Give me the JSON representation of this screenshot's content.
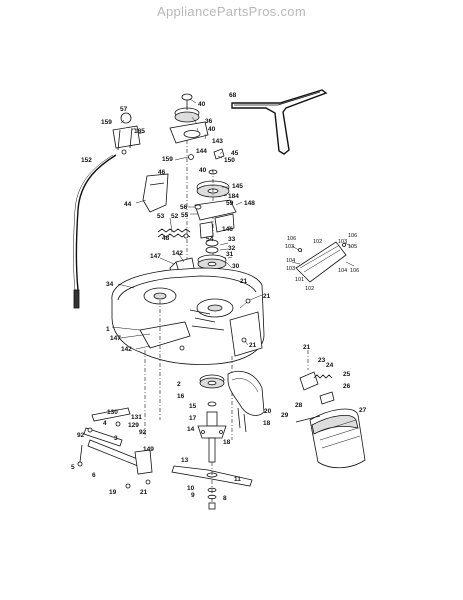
{
  "watermark": "AppliancePartsPros.com",
  "callouts": [
    {
      "id": "c68",
      "text": "68"
    },
    {
      "id": "c40a",
      "text": "40"
    },
    {
      "id": "c57",
      "text": "57"
    },
    {
      "id": "c36",
      "text": "36"
    },
    {
      "id": "c159a",
      "text": "159"
    },
    {
      "id": "c40b",
      "text": "40"
    },
    {
      "id": "c185",
      "text": "185"
    },
    {
      "id": "c143",
      "text": "143"
    },
    {
      "id": "c144",
      "text": "144"
    },
    {
      "id": "c45",
      "text": "45"
    },
    {
      "id": "c150",
      "text": "150"
    },
    {
      "id": "c159b",
      "text": "159"
    },
    {
      "id": "c152",
      "text": "152"
    },
    {
      "id": "c40c",
      "text": "40"
    },
    {
      "id": "c145",
      "text": "145"
    },
    {
      "id": "c46",
      "text": "46"
    },
    {
      "id": "c184",
      "text": "184"
    },
    {
      "id": "c44",
      "text": "44"
    },
    {
      "id": "c56",
      "text": "56"
    },
    {
      "id": "c59",
      "text": "59"
    },
    {
      "id": "c148",
      "text": "148"
    },
    {
      "id": "c55",
      "text": "55"
    },
    {
      "id": "c53",
      "text": "53"
    },
    {
      "id": "c52",
      "text": "52"
    },
    {
      "id": "c146",
      "text": "146"
    },
    {
      "id": "c48",
      "text": "48"
    },
    {
      "id": "c54",
      "text": "54"
    },
    {
      "id": "c33",
      "text": "33"
    },
    {
      "id": "c32",
      "text": "32"
    },
    {
      "id": "c142a",
      "text": "142"
    },
    {
      "id": "c147a",
      "text": "147"
    },
    {
      "id": "c31",
      "text": "31"
    },
    {
      "id": "c30",
      "text": "30"
    },
    {
      "id": "c34",
      "text": "34"
    },
    {
      "id": "c21a",
      "text": "21"
    },
    {
      "id": "c21b",
      "text": "21"
    },
    {
      "id": "c1",
      "text": "1"
    },
    {
      "id": "c147b",
      "text": "147"
    },
    {
      "id": "c21c",
      "text": "21"
    },
    {
      "id": "c142b",
      "text": "142"
    },
    {
      "id": "c106a",
      "text": "106"
    },
    {
      "id": "c102a",
      "text": "102"
    },
    {
      "id": "c103a",
      "text": "103"
    },
    {
      "id": "c106b",
      "text": "106"
    },
    {
      "id": "c103b",
      "text": "103"
    },
    {
      "id": "c105",
      "text": "105"
    },
    {
      "id": "c104a",
      "text": "104"
    },
    {
      "id": "c103c",
      "text": "103"
    },
    {
      "id": "c104b",
      "text": "104"
    },
    {
      "id": "c101",
      "text": "101"
    },
    {
      "id": "c106c",
      "text": "106"
    },
    {
      "id": "c102b",
      "text": "102"
    },
    {
      "id": "c21d",
      "text": "21"
    },
    {
      "id": "c23",
      "text": "23"
    },
    {
      "id": "c24",
      "text": "24"
    },
    {
      "id": "c25",
      "text": "25"
    },
    {
      "id": "c26",
      "text": "26"
    },
    {
      "id": "c2",
      "text": "2"
    },
    {
      "id": "c16",
      "text": "16"
    },
    {
      "id": "c15",
      "text": "15"
    },
    {
      "id": "c17",
      "text": "17"
    },
    {
      "id": "c14",
      "text": "14"
    },
    {
      "id": "c20",
      "text": "20"
    },
    {
      "id": "c18a",
      "text": "18"
    },
    {
      "id": "c18b",
      "text": "18"
    },
    {
      "id": "c29",
      "text": "29"
    },
    {
      "id": "c28",
      "text": "28"
    },
    {
      "id": "c27",
      "text": "27"
    },
    {
      "id": "c130",
      "text": "130"
    },
    {
      "id": "c131",
      "text": "131"
    },
    {
      "id": "c4",
      "text": "4"
    },
    {
      "id": "c129",
      "text": "129"
    },
    {
      "id": "c92a",
      "text": "92"
    },
    {
      "id": "c92b",
      "text": "92"
    },
    {
      "id": "c3",
      "text": "3"
    },
    {
      "id": "c5",
      "text": "5"
    },
    {
      "id": "c6",
      "text": "6"
    },
    {
      "id": "c149",
      "text": "149"
    },
    {
      "id": "c19",
      "text": "19"
    },
    {
      "id": "c21e",
      "text": "21"
    },
    {
      "id": "c13",
      "text": "13"
    },
    {
      "id": "c11",
      "text": "11"
    },
    {
      "id": "c10",
      "text": "10"
    },
    {
      "id": "c9",
      "text": "9"
    },
    {
      "id": "c8",
      "text": "8"
    }
  ]
}
